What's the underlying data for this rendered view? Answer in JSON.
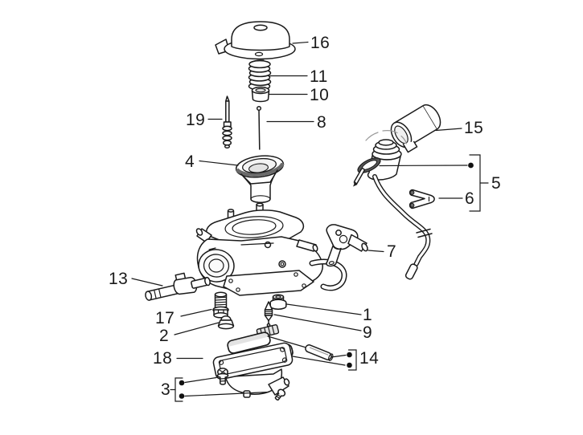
{
  "page": {
    "background_color": "#ffffff"
  },
  "diagram": {
    "kind": "exploded-parts-diagram",
    "subject": "carburetor components",
    "line_color": "#1a1a1a",
    "label_color": "#1a1a1a",
    "shade_light": "#e3e3e3",
    "shade_dark": "#6a6a6a",
    "callouts": [
      {
        "label": "16"
      },
      {
        "label": "11"
      },
      {
        "label": "10"
      },
      {
        "label": "19"
      },
      {
        "label": "8"
      },
      {
        "label": "4"
      },
      {
        "label": "15"
      },
      {
        "label": "5"
      },
      {
        "label": "6"
      },
      {
        "label": "7"
      },
      {
        "label": "13"
      },
      {
        "label": "17"
      },
      {
        "label": "2"
      },
      {
        "label": "1"
      },
      {
        "label": "9"
      },
      {
        "label": "18"
      },
      {
        "label": "14"
      },
      {
        "label": "3"
      }
    ]
  }
}
